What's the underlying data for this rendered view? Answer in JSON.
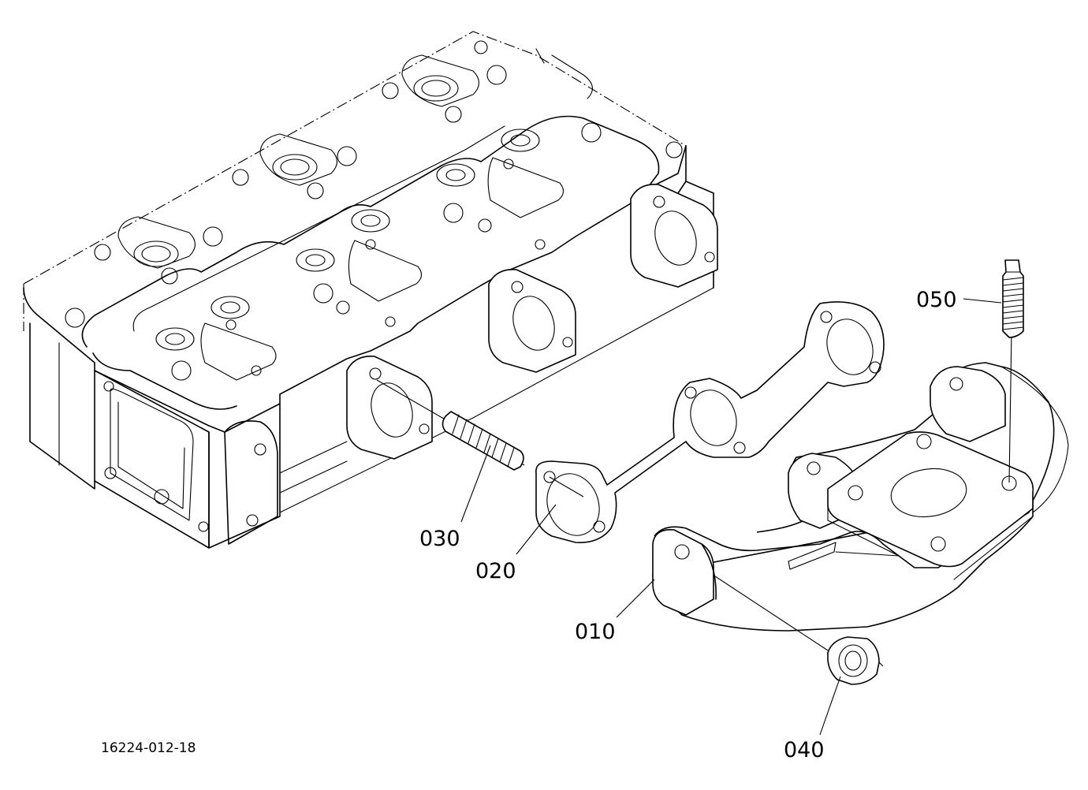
{
  "diagram": {
    "drawing_number": "16224-012-18",
    "callouts": {
      "manifold": "010",
      "gasket": "020",
      "stud": "030",
      "nut": "040",
      "stud_outlet": "050"
    }
  }
}
